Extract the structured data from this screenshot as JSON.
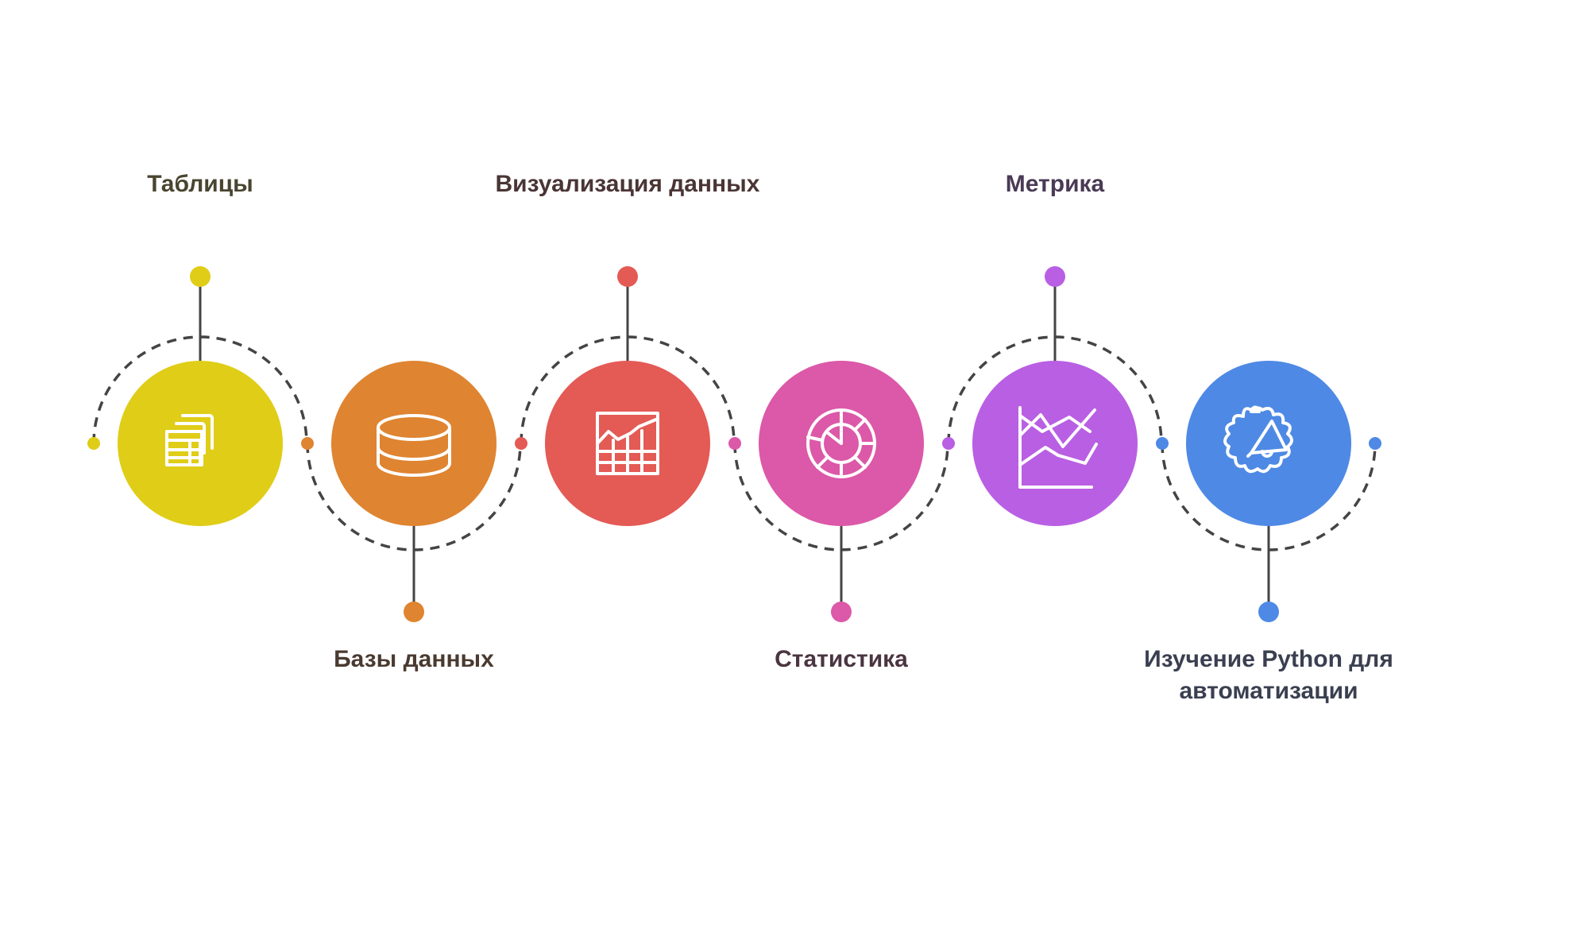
{
  "steps": [
    {
      "label": "Таблицы",
      "color": "#E0CD17",
      "text_color": "#4A4530",
      "icon": "tables-icon",
      "label_side": "top"
    },
    {
      "label": "Базы данных",
      "color": "#DF8430",
      "text_color": "#4A3A30",
      "icon": "database-icon",
      "label_side": "bottom"
    },
    {
      "label": "Визуализация данных",
      "color": "#E45A55",
      "text_color": "#4A3535",
      "icon": "area-chart-icon",
      "label_side": "top"
    },
    {
      "label": "Статистика",
      "color": "#DC58A8",
      "text_color": "#4A3540",
      "icon": "pie-chart-icon",
      "label_side": "bottom"
    },
    {
      "label": "Метрика",
      "color": "#B95FE3",
      "text_color": "#4A3A55",
      "icon": "line-chart-icon",
      "label_side": "top"
    },
    {
      "label": "Изучение Python для автоматизации",
      "color": "#4E89E5",
      "text_color": "#3A4050",
      "icon": "gear-megaphone-icon",
      "label_side": "bottom"
    }
  ]
}
